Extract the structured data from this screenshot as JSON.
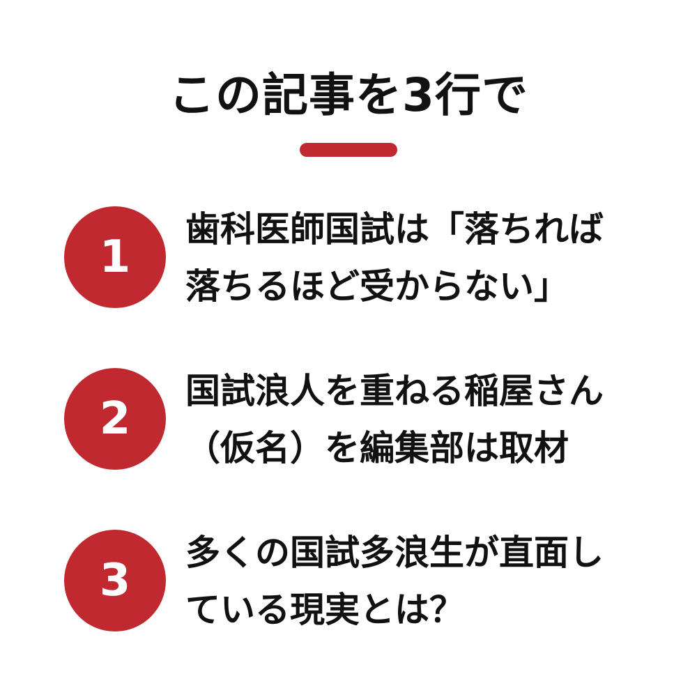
{
  "title": "この記事を3行で",
  "colors": {
    "accent": "#c0292f",
    "text": "#111111",
    "background": "#ffffff"
  },
  "points": [
    {
      "number": "1",
      "lines": [
        "歯科医師国試は「落ちれば",
        "落ちるほど受からない」"
      ]
    },
    {
      "number": "2",
      "lines": [
        "国試浪人を重ねる稲屋さん",
        "（仮名）を編集部は取材"
      ]
    },
    {
      "number": "3",
      "lines": [
        "多くの国試多浪生が直面し",
        "ている現実とは？"
      ]
    }
  ]
}
